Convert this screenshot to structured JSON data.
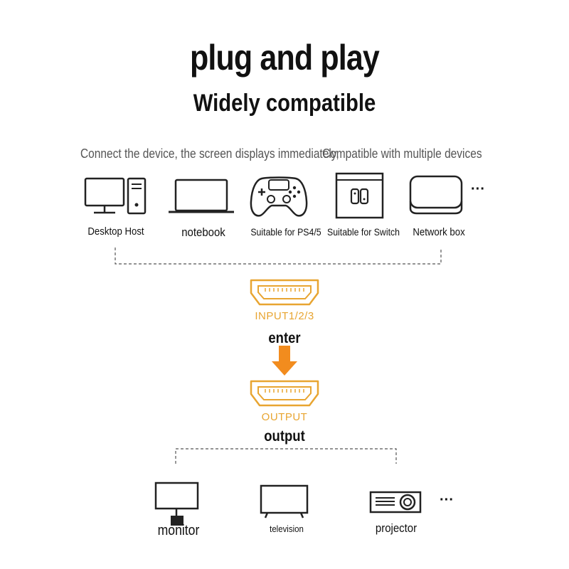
{
  "header": {
    "title": "plug and play",
    "subtitle": "Widely compatible"
  },
  "captions": {
    "left": "Connect the device, the screen displays immediately,",
    "right": "Compatible with multiple devices"
  },
  "input_devices": [
    {
      "label": "Desktop Host",
      "icon": "desktop-host-icon"
    },
    {
      "label": "notebook",
      "icon": "laptop-icon"
    },
    {
      "label": "Suitable for PS4/5",
      "icon": "gamepad-icon"
    },
    {
      "label": "Suitable for Switch",
      "icon": "switch-console-icon"
    },
    {
      "label": "Network box",
      "icon": "network-box-icon"
    }
  ],
  "more_marker": "···",
  "ports": {
    "input_label": "INPUT1/2/3",
    "enter_label": "enter",
    "output_label": "OUTPUT",
    "output_text": "output"
  },
  "output_devices": [
    {
      "label": "monitor",
      "icon": "monitor-icon"
    },
    {
      "label": "television",
      "icon": "television-icon"
    },
    {
      "label": "projector",
      "icon": "projector-icon"
    }
  ],
  "colors": {
    "port_accent": "#e8a531",
    "arrow": "#f28c1e",
    "icon_stroke": "#222222",
    "dashed_line": "#555555"
  }
}
